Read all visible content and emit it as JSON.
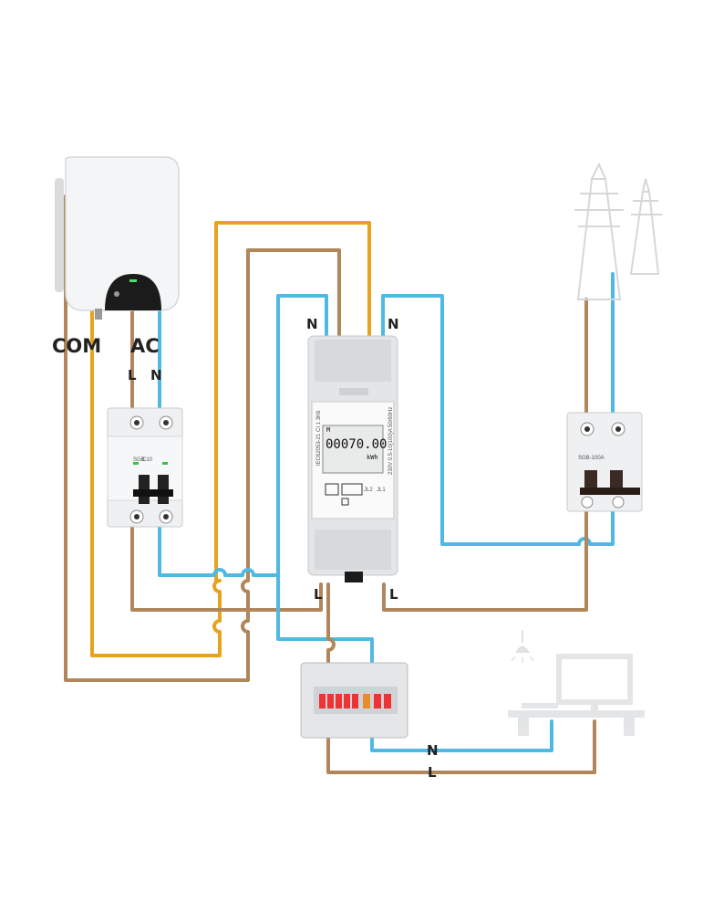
{
  "colors": {
    "com_wire": "#e8a21f",
    "live_wire": "#b0865a",
    "neutral_wire": "#4fb9e3",
    "device_grey": "#e3e5e7",
    "label_dark": "#222222"
  },
  "inverter": {
    "label_com": "COM",
    "label_ac": "AC",
    "label_l": "L",
    "label_n": "N",
    "icon": "inverter-icon"
  },
  "meter": {
    "label_n_left": "N",
    "label_n_right": "N",
    "label_l_left": "L",
    "label_l_right": "L",
    "marker": "M",
    "reading": "00070.00",
    "unit": "kWh",
    "side_text": "IEC62053-21 CI 1 3K6",
    "spec_text": "230V 0.5-10(100)A 50/60Hz",
    "pulse_l2": "JL2",
    "pulse_l1": "JL1"
  },
  "breaker_left": {
    "brand": "SGB",
    "rating": "C10",
    "icon": "circuit-breaker-icon"
  },
  "breaker_right": {
    "brand": "SGB-100A",
    "icon": "circuit-breaker-icon"
  },
  "grid": {
    "icon": "power-pylon-icon"
  },
  "distribution_box": {
    "icon": "distribution-board-icon"
  },
  "load": {
    "label_n": "N",
    "label_l": "L",
    "icons": [
      "lamp-icon",
      "monitor-icon",
      "desk-icon"
    ]
  }
}
